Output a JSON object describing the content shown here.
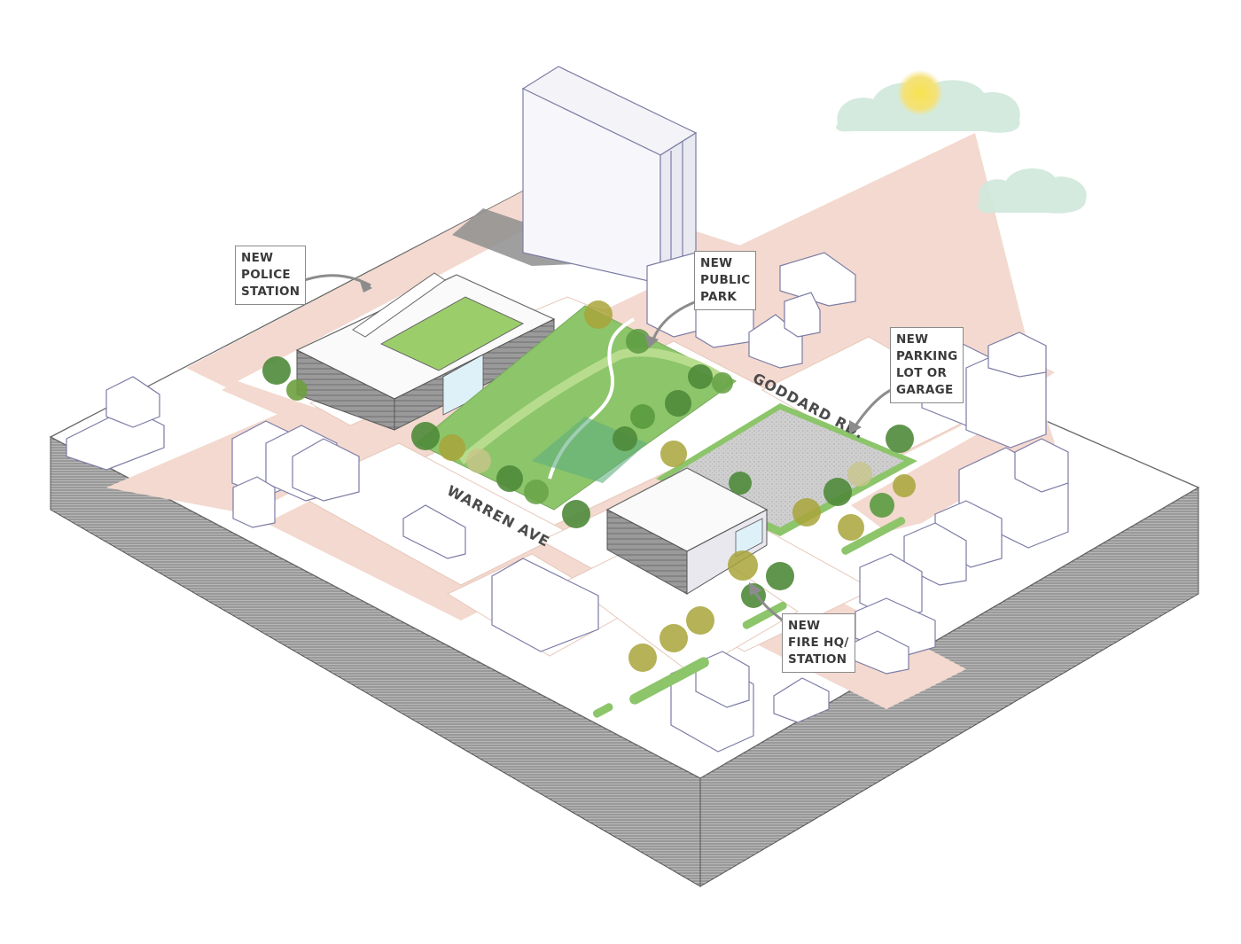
{
  "callouts": {
    "police": [
      "NEW",
      "POLICE",
      "STATION"
    ],
    "park": [
      "NEW",
      "PUBLIC",
      "PARK"
    ],
    "parking": [
      "NEW",
      "PARKING",
      "LOT OR",
      "GARAGE"
    ],
    "fire": [
      "NEW",
      "FIRE HQ/",
      "STATION"
    ]
  },
  "streets": {
    "goddard": "GODDARD RD.",
    "warren": "WARREN AVE"
  },
  "colors": {
    "sidewalk": "#f3d9cf",
    "ground": "#ffffff",
    "building_outline": "#7c7ca6",
    "park_green": "#8cc56a",
    "tree_green": "#4f8a3a",
    "tree_olive": "#a8a53a",
    "parking_gray": "#c9c9c9",
    "sun": "#f5e25a",
    "cloud": "#cfe8dc",
    "section_hatch": "#8f8f8f"
  }
}
